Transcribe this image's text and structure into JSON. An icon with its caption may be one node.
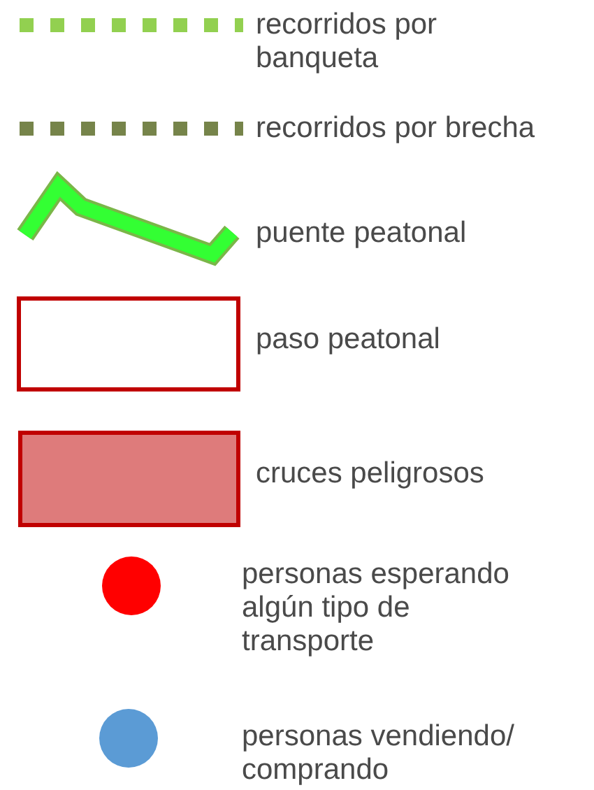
{
  "diagram": {
    "legend": [
      {
        "text": "recorridos por banqueta",
        "color": "#92d050"
      },
      {
        "text": "recorridos por brecha",
        "color": "#76844a"
      },
      {
        "text": "puente peatonal",
        "color": "#33ff33"
      },
      {
        "text": "paso peatonal",
        "color": "#c00000"
      },
      {
        "text": "cruces peligrosos",
        "color": "#de7b7b"
      },
      {
        "text": "personas esperando algún tipo de transporte",
        "color": "#ff0000"
      },
      {
        "text": "personas vendiendo/ comprando",
        "color": "#5b9bd5"
      }
    ]
  }
}
